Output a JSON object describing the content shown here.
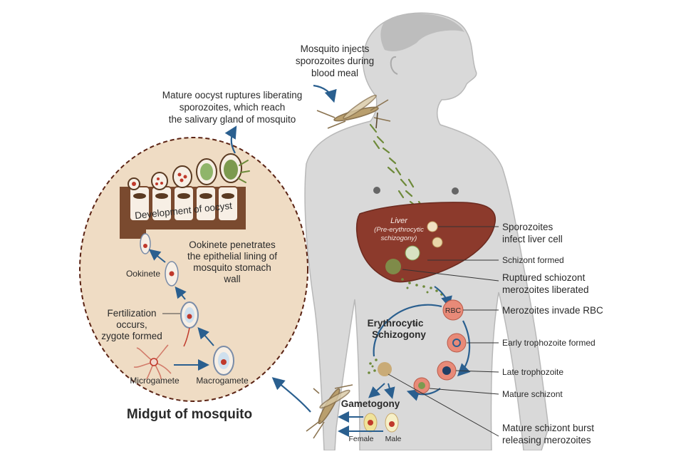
{
  "title": "Midgut of mosquito",
  "labels": {
    "mosquito_injects": [
      "Mosquito injects",
      "sporozoites during",
      "blood meal"
    ],
    "oocyst_ruptures": [
      "Mature oocyst ruptures liberating",
      "sporozoites, which reach",
      "the salivary gland of mosquito"
    ],
    "development": "Development of oocyst",
    "ookinete_penetrates": [
      "Ookinete penetrates",
      "the epithelial lining of",
      "mosquito stomach",
      "wall"
    ],
    "ookinete": "Ookinete",
    "fertilization": [
      "Fertilization",
      "occurs,",
      "zygote formed"
    ],
    "microgamete": "Microgamete",
    "macrogamete": "Macrogamete",
    "liver": "Liver",
    "liver_sub": [
      "(Pre-erythrocytic",
      "schizogony)"
    ],
    "sporozoites_infect": [
      "Sporozoites",
      "infect liver cell"
    ],
    "schizont_formed": "Schizont formed",
    "ruptured_schizont": [
      "Ruptured schiozont",
      "merozoites liberated"
    ],
    "rbc": "RBC",
    "merozoites_invade": "Merozoites invade RBC",
    "erythrocytic": [
      "Erythrocytic",
      "Schizogony"
    ],
    "early_troph": "Early trophozoite formed",
    "late_troph": "Late trophozoite",
    "mature_schizont": "Mature schizont",
    "burst": [
      "Mature schizont burst",
      "releasing merozoites"
    ],
    "gametogony": "Gametogony",
    "female": "Female",
    "male": "Male"
  },
  "colors": {
    "skin": "#d9d9d9",
    "skin_outline": "#b5b5b5",
    "liver": "#8c3a2c",
    "circle_fill": "#efdcc4",
    "circle_border": "#5b2314",
    "arrow": "#2a5f8f",
    "cell_fill": "#f7efe5",
    "rbc": "#e88a78"
  }
}
